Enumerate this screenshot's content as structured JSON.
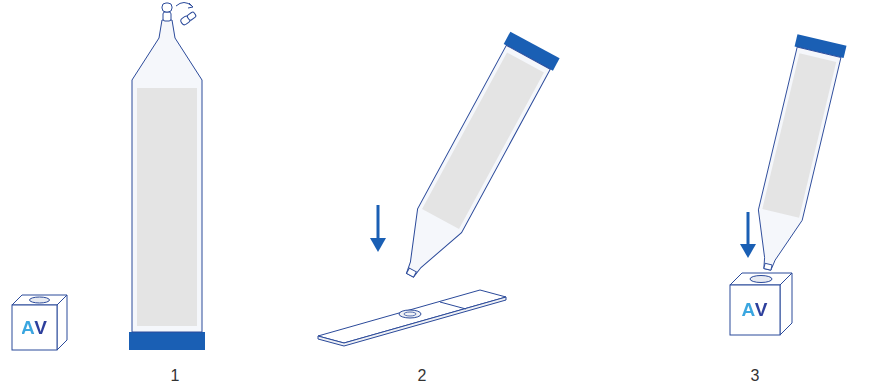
{
  "diagram": {
    "labels": [
      "AV",
      "1",
      "2",
      "AV",
      "3"
    ]
  }
}
